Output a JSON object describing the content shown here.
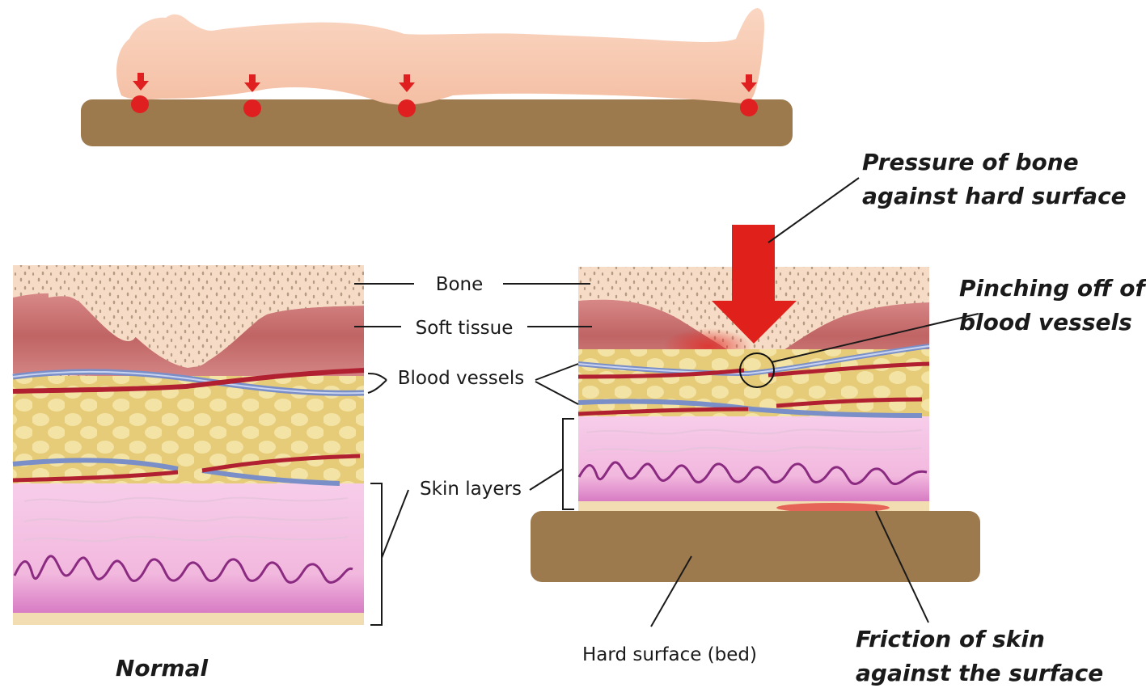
{
  "labels": {
    "bone": "Bone",
    "soft_tissue": "Soft tissue",
    "blood_vessels": "Blood vessels",
    "skin_layers": "Skin layers",
    "hard_surface": "Hard surface (bed)",
    "normal": "Normal",
    "pressure_line1": "Pressure of bone",
    "pressure_line2": "against hard surface",
    "pinching_line1": "Pinching off of",
    "pinching_line2": "blood vessels",
    "friction_line1": "Friction of skin",
    "friction_line2": "against the surface"
  },
  "colors": {
    "skin_body": "#f8c8b0",
    "mattress": "#9c7a4e",
    "pressure_point": "#e02020",
    "bone": "#f6dcc6",
    "bone_pores": "#b89a82",
    "soft_tissue": "#c86a6a",
    "fat": "#e8d07e",
    "skin_layer": "#f2b6dc",
    "skin_dermis": "#d880c0",
    "artery": "#b02030",
    "vein": "#7a8ec8",
    "arrow": "#e0201a"
  }
}
